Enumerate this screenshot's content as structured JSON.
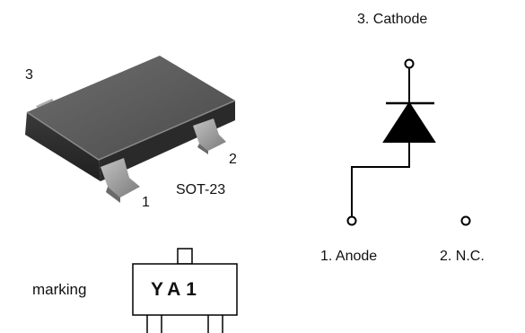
{
  "package": {
    "pin_numbers": {
      "pin1": "1",
      "pin2": "2",
      "pin3": "3"
    },
    "name": "SOT-23"
  },
  "symbol": {
    "cathode_label": "3. Cathode",
    "anode_label": "1. Anode",
    "nc_label": "2. N.C."
  },
  "marking": {
    "label": "marking",
    "code": "YA1"
  },
  "colors": {
    "body_top": "#5a5a5a",
    "body_side": "#2e2e2e",
    "lead": "#9a9a9a",
    "symbol_stroke": "#000000"
  }
}
